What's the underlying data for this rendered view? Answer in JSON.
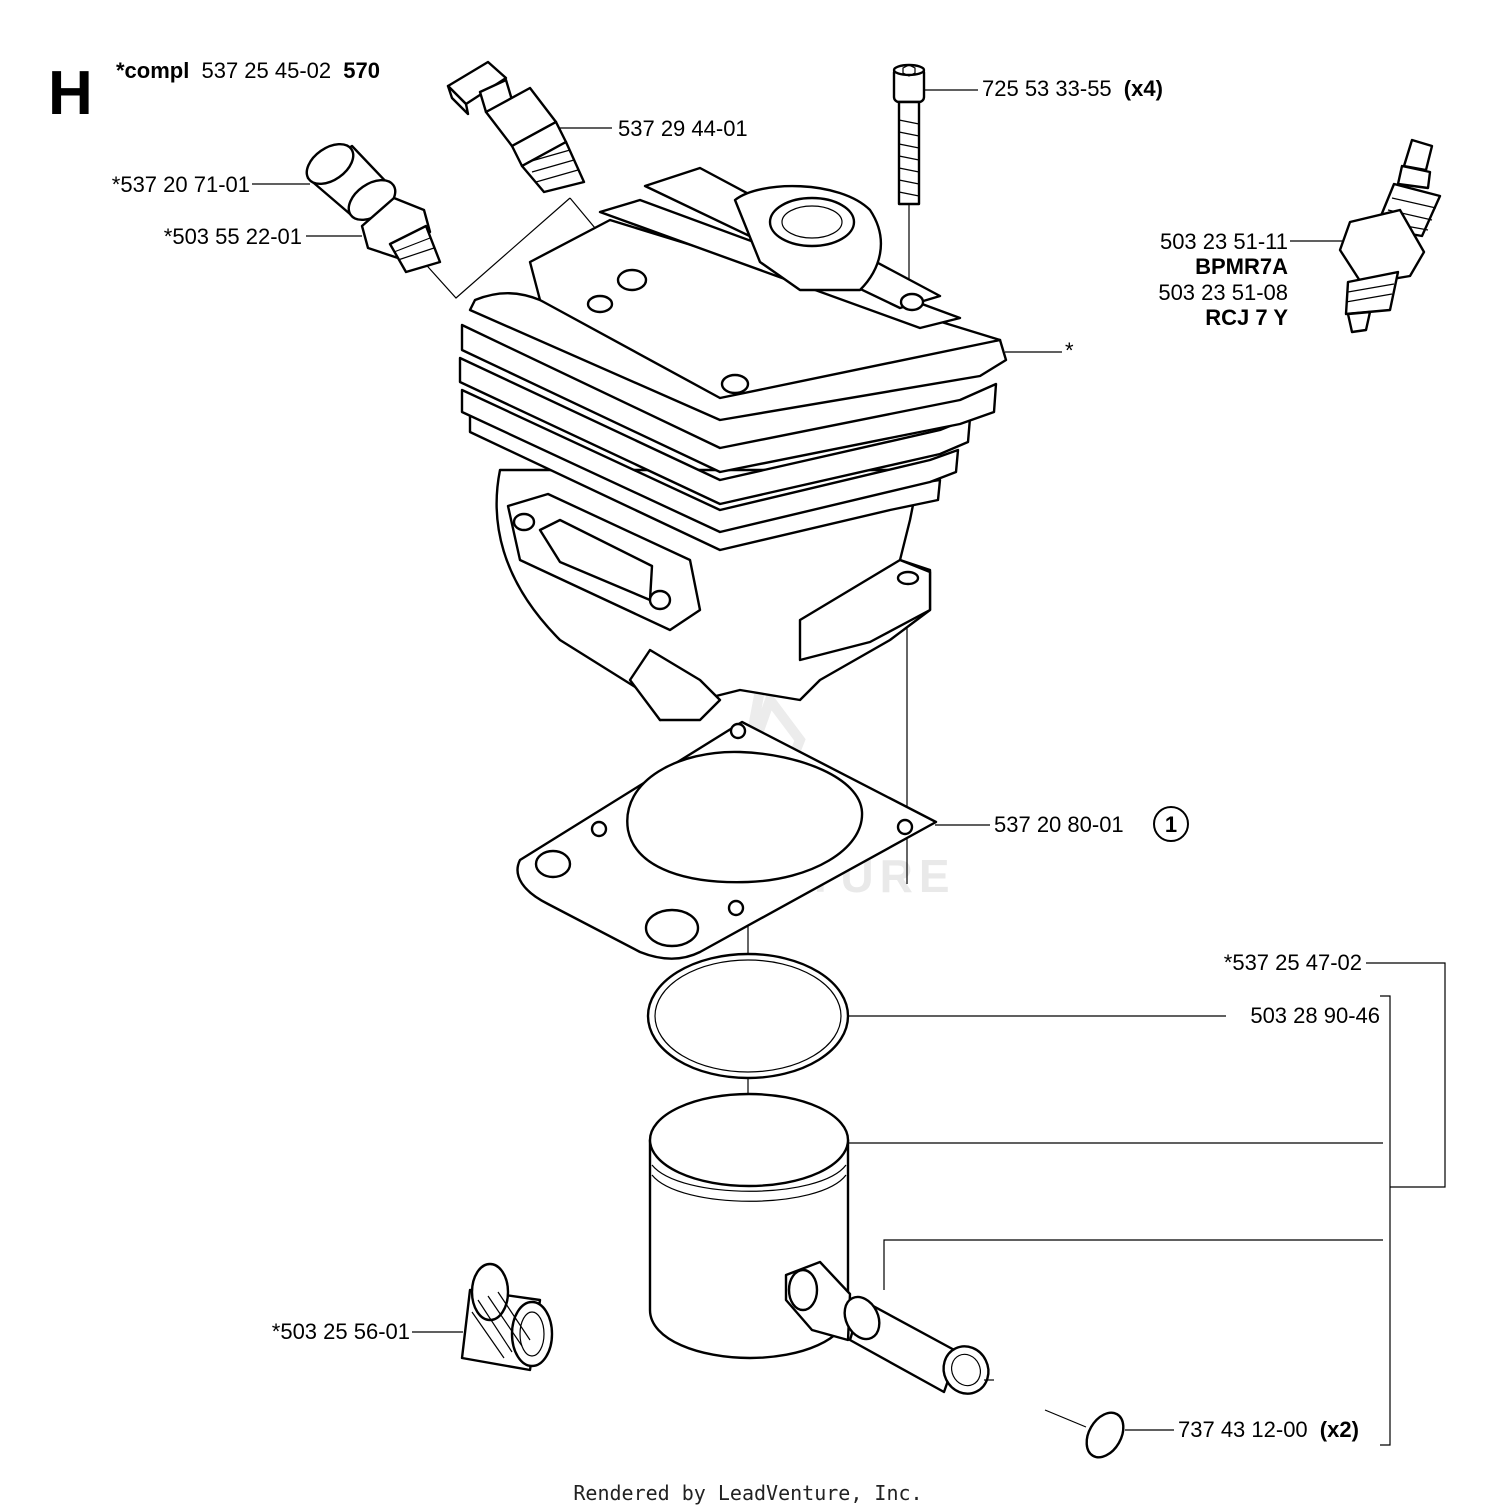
{
  "section_letter": "H",
  "kit": {
    "prefix": "*compl",
    "number": "537 25 45-02",
    "suffix": "570"
  },
  "labels": {
    "cap_screw": {
      "number": "725 53 33-55",
      "qty": "(x4)"
    },
    "decompression_valve": {
      "number": "537 29 44-01"
    },
    "valve_cap": {
      "number": "*537 20 71-01"
    },
    "plug": {
      "number": "*503 55 22-01"
    },
    "spark_plug": {
      "number_1": "503 23 51-11",
      "type_1": "BPMR7A",
      "number_2": "503 23 51-08",
      "type_2": "RCJ 7 Y"
    },
    "cylinder": {
      "number": "*"
    },
    "gasket": {
      "number": "537 20 80-01",
      "callout": "1"
    },
    "piston_kit": {
      "number": "*537 25 47-02"
    },
    "piston_ring": {
      "number": "503 28 90-46"
    },
    "needle_bearing": {
      "number": "*503 25 56-01"
    },
    "circlip": {
      "number": "737 43 12-00",
      "qty": "(x2)"
    }
  },
  "watermark": "LEADVENTURE",
  "footer": "Rendered by LeadVenture, Inc."
}
